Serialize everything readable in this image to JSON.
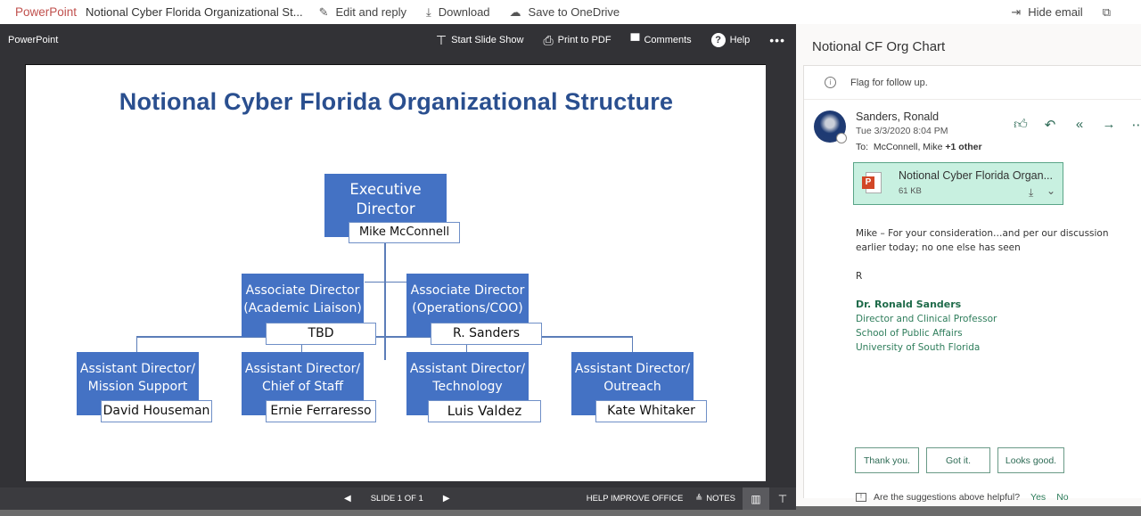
{
  "topbar": {
    "app_name": "PowerPoint",
    "doc_title": "Notional Cyber Florida Organizational St...",
    "commands": [
      {
        "label": "Edit and reply",
        "icon": "edit-icon"
      },
      {
        "label": "Download",
        "icon": "download-icon"
      },
      {
        "label": "Save to OneDrive",
        "icon": "cloud-upload-icon"
      }
    ],
    "right": {
      "hide_email": "Hide email",
      "popout_icon": "popout-icon"
    }
  },
  "viewer": {
    "brand": "PowerPoint",
    "tools": [
      {
        "label": "Start Slide Show",
        "icon": "slideshow-icon"
      },
      {
        "label": "Print to PDF",
        "icon": "printer-icon"
      },
      {
        "label": "Comments",
        "icon": "comment-icon"
      },
      {
        "label": "Help",
        "icon": "help-icon"
      }
    ],
    "more": "•••",
    "status": {
      "slide_label": "SLIDE 1 OF 1",
      "help_improve": "HELP IMPROVE OFFICE",
      "notes": "NOTES"
    }
  },
  "slide": {
    "title": "Notional Cyber Florida Organizational Structure",
    "colors": {
      "box": "#4472c4",
      "title": "#2a4f8f",
      "line": "#5b7db8"
    },
    "executive": {
      "role_line1": "Executive",
      "role_line2": "Director",
      "name": "Mike McConnell"
    },
    "associates": [
      {
        "role_line1": "Associate Director",
        "role_line2": "(Academic Liaison)",
        "name": "TBD"
      },
      {
        "role_line1": "Associate Director",
        "role_line2": "(Operations/COO)",
        "name": "R. Sanders"
      }
    ],
    "assistants": [
      {
        "role_line1": "Assistant Director/",
        "role_line2": "Mission Support",
        "name": "David Houseman"
      },
      {
        "role_line1": "Assistant Director/",
        "role_line2": "Chief of Staff",
        "name": "Ernie Ferraresso"
      },
      {
        "role_line1": "Assistant Director/",
        "role_line2": "Technology",
        "name": "Luis Valdez"
      },
      {
        "role_line1": "Assistant Director/",
        "role_line2": "Outreach",
        "name": "Kate Whitaker"
      }
    ]
  },
  "email": {
    "subject": "Notional CF Org Chart",
    "flag": "Flag for follow up.",
    "sender": "Sanders, Ronald",
    "date": "Tue 3/3/2020 8:04 PM",
    "to_label": "To:",
    "to_name": "McConnell, Mike",
    "to_more": "+1 other",
    "actions": [
      "like-icon",
      "reply-icon",
      "reply-all-icon",
      "forward-icon",
      "more-icon"
    ],
    "attachment": {
      "name": "Notional Cyber Florida Organ...",
      "size": "61 KB",
      "type_letter": "P"
    },
    "body_line1": "Mike – For your consideration…and per our discussion earlier today; no one else has seen",
    "body_initial": "R",
    "signature": {
      "name": "Dr. Ronald Sanders",
      "title": "Director and Clinical Professor",
      "dept": "School of Public Affairs",
      "org": "University of South Florida"
    },
    "suggested_replies": [
      "Thank you.",
      "Got it.",
      "Looks good."
    ],
    "helpful_prompt": "Are the suggestions above helpful?",
    "yes": "Yes",
    "no": "No"
  }
}
